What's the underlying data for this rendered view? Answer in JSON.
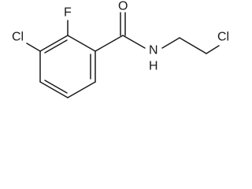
{
  "molecule": {
    "atoms": {
      "cl_ring": "Cl",
      "f": "F",
      "o": "O",
      "n": "N",
      "h": "H",
      "cl_chain": "Cl"
    },
    "colors": {
      "bond": "#1a1a1a",
      "label": "#1a1a1a",
      "background": "#ffffff"
    }
  }
}
